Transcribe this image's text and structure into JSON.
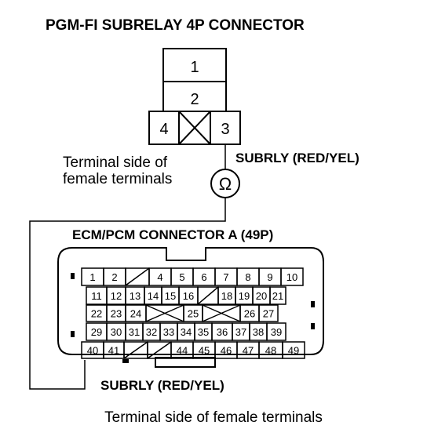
{
  "title": "PGM-FI SUBRELAY 4P CONNECTOR",
  "subrelay": {
    "cells_top": [
      "1",
      "2"
    ],
    "cell_left": "4",
    "cell_right": "3",
    "side_label_line1": "Terminal side of",
    "side_label_line2": "female terminals",
    "wire_label": "SUBRLY (RED/YEL)"
  },
  "meter_symbol": "Ω",
  "ecm": {
    "title": "ECM/PCM CONNECTOR A (49P)",
    "rows": [
      [
        "1",
        "2",
        "X",
        "4",
        "5",
        "6",
        "7",
        "8",
        "9",
        "10"
      ],
      [
        "11",
        "12",
        "13",
        "14",
        "15",
        "16",
        "X",
        "18",
        "19",
        "20",
        "21"
      ],
      [
        "22",
        "23",
        "24",
        "X",
        "25",
        "X",
        "26",
        "27"
      ],
      [
        "29",
        "30",
        "31",
        "32",
        "33",
        "34",
        "35",
        "36",
        "37",
        "38",
        "39"
      ],
      [
        "40",
        "41",
        "X",
        "X",
        "44",
        "45",
        "46",
        "47",
        "48",
        "49"
      ]
    ],
    "wire_label": "SUBRLY (RED/YEL)",
    "footer": "Terminal side of female terminals"
  }
}
